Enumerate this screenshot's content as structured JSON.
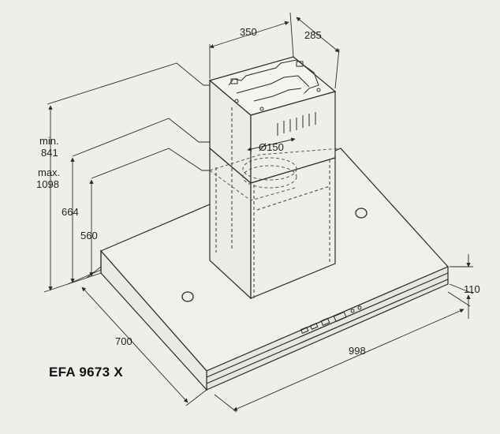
{
  "model": "EFA 9673 X",
  "dimensions": {
    "duct_width": "350",
    "duct_depth": "285",
    "outlet_diameter": "Ø150",
    "min_label": "min.",
    "min_height": "841",
    "max_label": "max.",
    "max_height": "1098",
    "height_664": "664",
    "height_560": "560",
    "hood_depth": "700",
    "hood_width": "998",
    "hood_thickness": "110"
  },
  "colors": {
    "background": "#eeeeea",
    "line": "#2a2a2a",
    "hidden_line": "#555555"
  }
}
